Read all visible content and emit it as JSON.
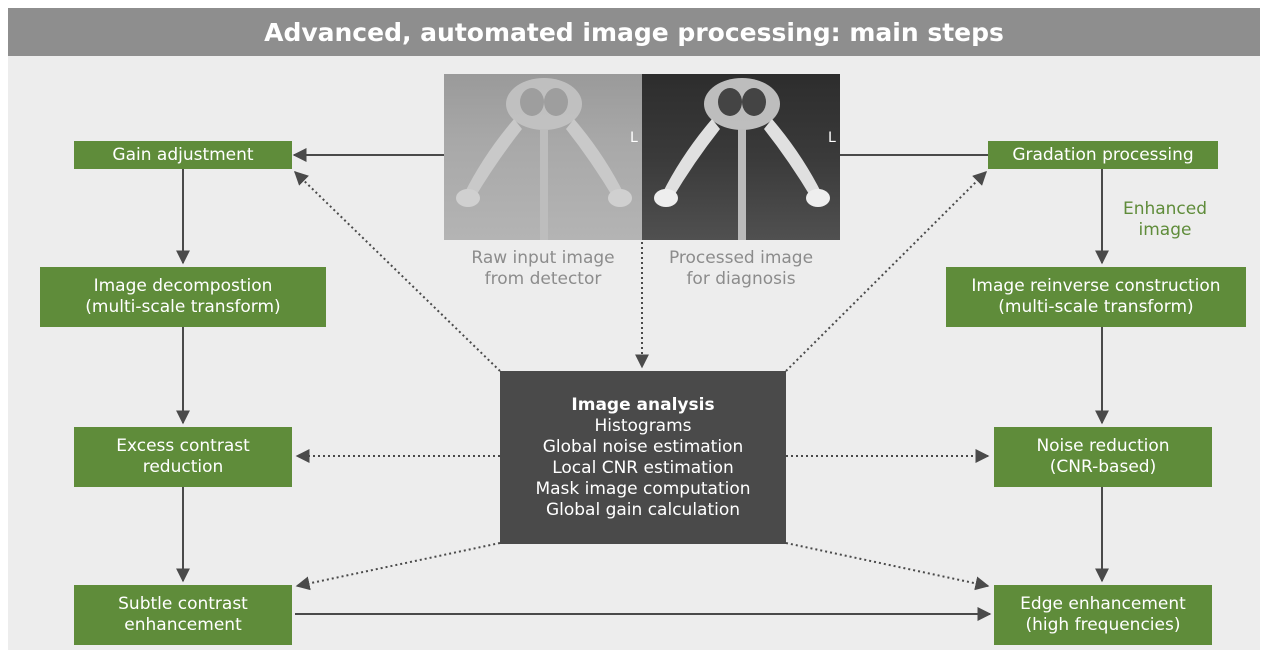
{
  "title": "Advanced, automated image processing: main steps",
  "images": {
    "raw_caption": [
      "Raw input image",
      "from detector"
    ],
    "processed_caption": [
      "Processed image",
      "for diagnosis"
    ],
    "marker": "L"
  },
  "left_steps": [
    {
      "lines": [
        "Gain adjustment"
      ]
    },
    {
      "lines": [
        "Image decompostion",
        "(multi-scale transform)"
      ]
    },
    {
      "lines": [
        "Excess contrast",
        "reduction"
      ]
    },
    {
      "lines": [
        "Subtle contrast",
        "enhancement"
      ]
    }
  ],
  "right_steps": [
    {
      "lines": [
        "Gradation processing"
      ]
    },
    {
      "lines": [
        "Image reinverse construction",
        "(multi-scale transform)"
      ]
    },
    {
      "lines": [
        "Noise reduction",
        "(CNR-based)"
      ]
    },
    {
      "lines": [
        "Edge enhancement",
        "(high frequencies)"
      ]
    }
  ],
  "enhanced_label": [
    "Enhanced",
    "image"
  ],
  "analysis": {
    "heading": "Image analysis",
    "items": [
      "Histograms",
      "Global noise estimation",
      "Local CNR estimation",
      "Mask image computation",
      "Global gain calculation"
    ]
  },
  "colors": {
    "green": "#5f8c3a",
    "dark": "#4a4a4a",
    "title_bar": "#8e8e8e",
    "panel": "#ededed"
  }
}
